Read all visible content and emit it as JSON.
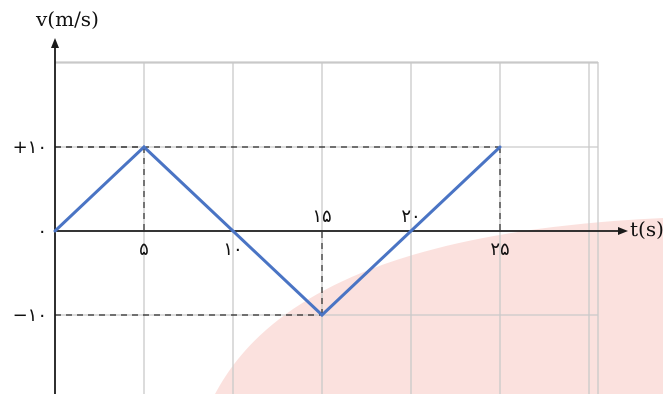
{
  "chart_data": {
    "type": "line",
    "title": "",
    "xlabel": "t(s)",
    "ylabel": "v(m/s)",
    "xlim": [
      0,
      30
    ],
    "ylim": [
      -18,
      19
    ],
    "grid": true,
    "grid_step_x": 5,
    "grid_step_y": 10,
    "series": [
      {
        "x": [
          0,
          5,
          10,
          15,
          20,
          25
        ],
        "y": [
          0,
          10,
          0,
          -10,
          0,
          10
        ],
        "color": "#4a74c4"
      }
    ],
    "x_tick_labels": [
      {
        "value": 5,
        "text": "۵",
        "position": "below"
      },
      {
        "value": 10,
        "text": "۱۰",
        "position": "below"
      },
      {
        "value": 15,
        "text": "۱۵",
        "position": "above"
      },
      {
        "value": 20,
        "text": "۲۰",
        "position": "above"
      },
      {
        "value": 25,
        "text": "۲۵",
        "position": "below"
      }
    ],
    "y_tick_labels": [
      {
        "value": 10,
        "text": "+۱۰"
      },
      {
        "value": 0,
        "text": "۰"
      },
      {
        "value": -10,
        "text": "−۱۰"
      }
    ],
    "guides": [
      {
        "x": 5,
        "y": 10
      },
      {
        "x": 15,
        "y": -10
      },
      {
        "x": 25,
        "y": 10
      }
    ],
    "colors": {
      "line": "#4a74c4",
      "grid": "#c9c9c9",
      "axis": "#1a1a1a",
      "background_shape": "#fbe1de"
    }
  }
}
